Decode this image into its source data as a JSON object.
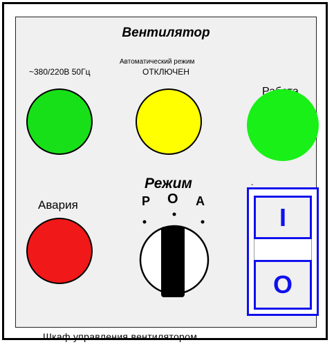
{
  "panel": {
    "title": "Вентилятор",
    "footer": "Шкаф управления вентилятором"
  },
  "indicators": {
    "power": {
      "label": "~380/220В 50Гц",
      "color": "#18e018"
    },
    "auto_mode": {
      "label_line1": "Автоматический режим",
      "label_line2": "ОТКЛЮЧЕН",
      "color": "#ffff00"
    },
    "work": {
      "label": "Работа",
      "color": "#18f018"
    },
    "alarm": {
      "label": "Авария",
      "color": "#f01818"
    }
  },
  "mode_switch": {
    "title": "Режим",
    "positions": [
      "Р",
      "О",
      "А"
    ]
  },
  "rocker_switch": {
    "dash": "-",
    "on_label": "I",
    "off_label": "O",
    "color": "#1010ee"
  }
}
